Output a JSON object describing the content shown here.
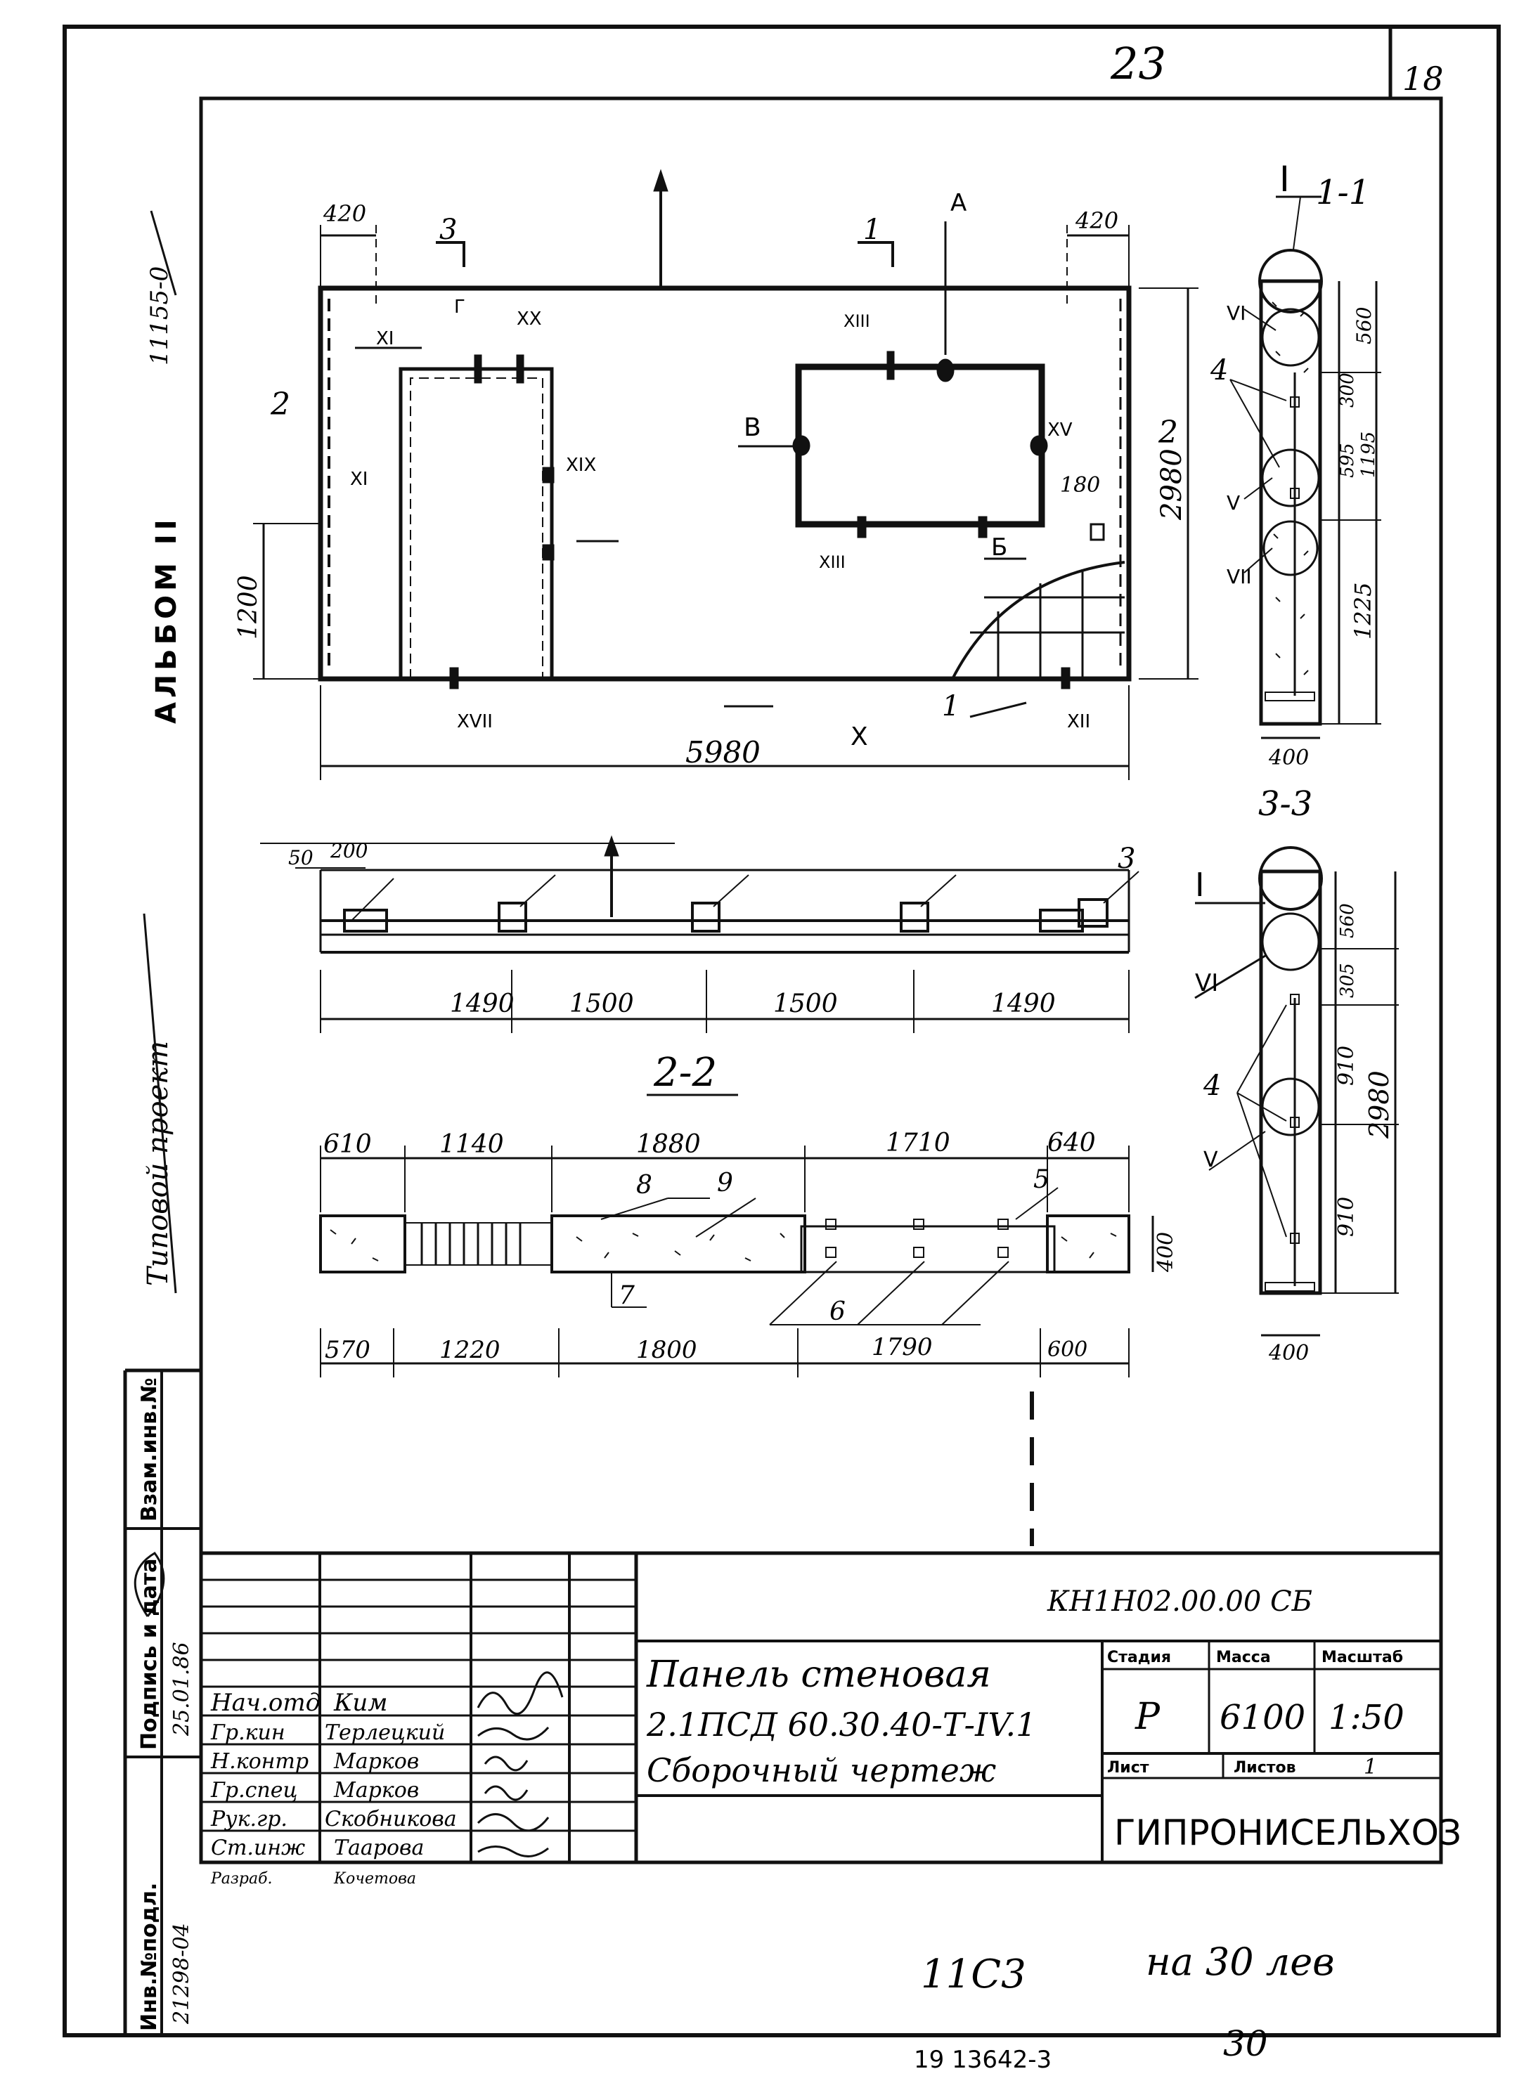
{
  "sheet": {
    "page_number": "23",
    "corner_number": "18",
    "album_label": "АЛЬБОМ II",
    "series_label_top": "11155-0",
    "series_label_bottom": "Типовой проект",
    "stamp_side": {
      "c1": "Инв.№подл.",
      "c2": "Подпись и дата",
      "c3": "Взам.инв.№",
      "inv_value": "21298-04",
      "date_value": "25.01.86"
    },
    "bottom_note": "11С3",
    "bottom_note_right": "на 30 лев",
    "bottom_stamp_number": "19 13642-3",
    "bottom_right_number": "30"
  },
  "title_block": {
    "doc_code": "КН1Н02.00.00 СБ",
    "title_line1": "Панель стеновая",
    "title_line2": "2.1ПСД 60.30.40-Т-IV.1",
    "title_line3": "Сборочный чертеж",
    "head_stage": "Стадия",
    "head_mass": "Масса",
    "head_scale": "Масштаб",
    "stage": "Р",
    "mass": "6100",
    "scale": "1:50",
    "sheet_label": "Лист",
    "sheets_label": "Листов",
    "sheets_value": "1",
    "organization": "ГИПРОНИСЕЛЬХОЗ",
    "rows": [
      {
        "role": "Нач.отд",
        "name": "Ким"
      },
      {
        "role": "Гр.кин",
        "name": "Терлецкий"
      },
      {
        "role": "Н.контр",
        "name": "Марков"
      },
      {
        "role": "Гр.спец",
        "name": "Марков"
      },
      {
        "role": "Рук.гр.",
        "name": "Скобникова"
      },
      {
        "role": "Ст.инж",
        "name": "Таарова"
      },
      {
        "role": "Разраб.",
        "name": "Кочетова"
      }
    ]
  },
  "elevation": {
    "dim_total": "5980",
    "dim_height": "2980",
    "dim_left_top": "420",
    "dim_right_top": "420",
    "dim_left_sill": "1200",
    "dim_180": "180",
    "section_3": "3",
    "section_1": "1",
    "section_2": "2",
    "mark_A": "А",
    "mark_B": "В",
    "mark_Bsmall": "Б",
    "mark_G": "Г",
    "node_XI": "XI",
    "node_XX": "XX",
    "node_XIX": "XIX",
    "node_XIII": "XIII",
    "node_XV": "XV",
    "node_XIIi": "XIII",
    "node_XVII": "XVII",
    "node_XII": "XII",
    "node_X": "X",
    "node_XI2": "XI",
    "callout_1": "1"
  },
  "plan_top": {
    "dim_50": "50",
    "dim_200": "200",
    "callout_3": "3",
    "dims": [
      "1490",
      "1500",
      "1500",
      "1490"
    ]
  },
  "section_2_2": {
    "title": "2-2",
    "top_dims": [
      "610",
      "1140",
      "1880",
      "1710",
      "640"
    ],
    "bottom_dims": [
      "570",
      "1220",
      "1800",
      "1790",
      "600"
    ],
    "thickness": "400",
    "callouts": [
      "8",
      "9",
      "5",
      "7",
      "6"
    ]
  },
  "section_1_1": {
    "title": "1-1",
    "node_I": "I",
    "node_VI": "VI",
    "node_V": "V",
    "node_VII": "VII",
    "callout_4": "4",
    "dims": [
      "560",
      "300",
      "595",
      "1195",
      "1225"
    ],
    "width": "400"
  },
  "section_3_3": {
    "title": "3-3",
    "node_I": "I",
    "node_VI": "VI",
    "node_V": "V",
    "callout_4": "4",
    "dims": [
      "560",
      "305",
      "910",
      "910"
    ],
    "height": "2980",
    "width": "400"
  }
}
